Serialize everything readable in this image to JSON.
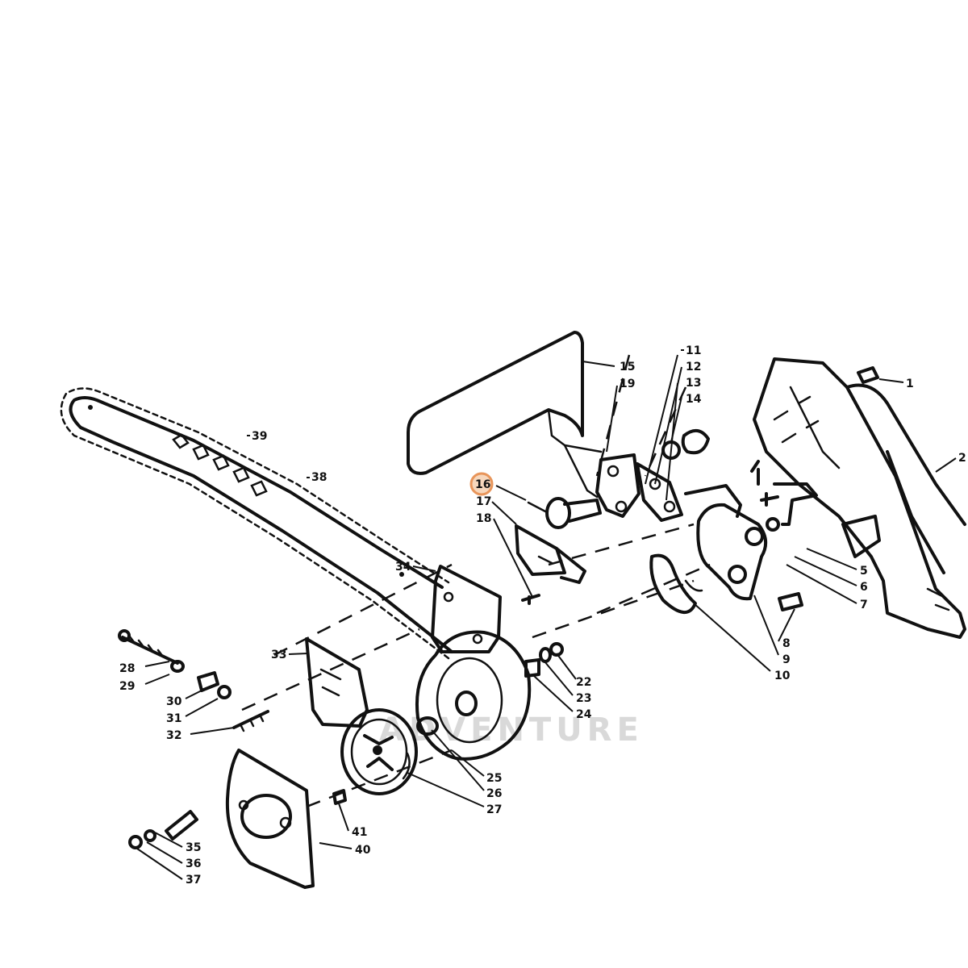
{
  "diagram": {
    "highlight_color": "#e8955a",
    "highlighted_part": "16",
    "watermark": {
      "text": "ADVENTURE"
    },
    "callouts": [
      {
        "id": "c1",
        "label": "1"
      },
      {
        "id": "c2",
        "label": "2"
      },
      {
        "id": "c5",
        "label": "5"
      },
      {
        "id": "c6",
        "label": "6"
      },
      {
        "id": "c7",
        "label": "7"
      },
      {
        "id": "c8",
        "label": "8"
      },
      {
        "id": "c9",
        "label": "9"
      },
      {
        "id": "c10",
        "label": "10"
      },
      {
        "id": "c11",
        "label": "11"
      },
      {
        "id": "c12",
        "label": "12"
      },
      {
        "id": "c13",
        "label": "13"
      },
      {
        "id": "c14",
        "label": "14"
      },
      {
        "id": "c15",
        "label": "15"
      },
      {
        "id": "c16",
        "label": "16"
      },
      {
        "id": "c17",
        "label": "17"
      },
      {
        "id": "c18",
        "label": "18"
      },
      {
        "id": "c19",
        "label": "19"
      },
      {
        "id": "c22",
        "label": "22"
      },
      {
        "id": "c23",
        "label": "23"
      },
      {
        "id": "c24",
        "label": "24"
      },
      {
        "id": "c25",
        "label": "25"
      },
      {
        "id": "c26",
        "label": "26"
      },
      {
        "id": "c27",
        "label": "27"
      },
      {
        "id": "c28",
        "label": "28"
      },
      {
        "id": "c29",
        "label": "29"
      },
      {
        "id": "c30",
        "label": "30"
      },
      {
        "id": "c31",
        "label": "31"
      },
      {
        "id": "c32",
        "label": "32"
      },
      {
        "id": "c33",
        "label": "33"
      },
      {
        "id": "c34",
        "label": "34"
      },
      {
        "id": "c35",
        "label": "35"
      },
      {
        "id": "c36",
        "label": "36"
      },
      {
        "id": "c37",
        "label": "37"
      },
      {
        "id": "c38",
        "label": "38"
      },
      {
        "id": "c39",
        "label": "39"
      },
      {
        "id": "c40",
        "label": "40"
      },
      {
        "id": "c41",
        "label": "41"
      }
    ]
  }
}
